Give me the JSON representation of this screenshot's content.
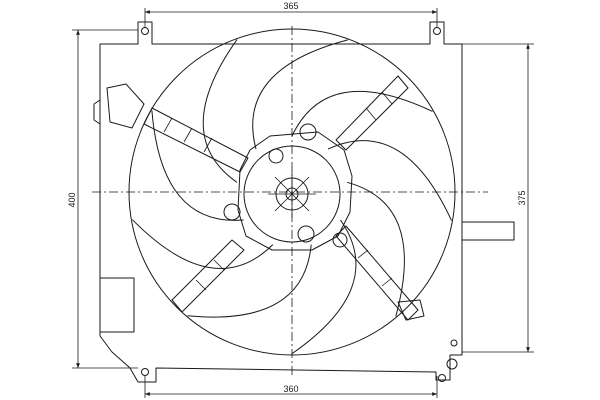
{
  "dimensions": {
    "top_width": "365",
    "bottom_width": "360",
    "left_height": "400",
    "right_height": "375"
  },
  "icons": {
    "fan": "fan-icon",
    "mounting_hole": "hole-icon"
  },
  "colors": {
    "line": "#1a1a1a",
    "background": "#ffffff"
  }
}
